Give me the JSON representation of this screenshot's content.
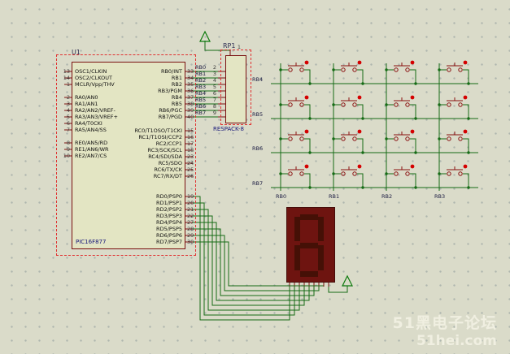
{
  "colors": {
    "background": "#dadbc9",
    "grid_dot": "#aeb6ae",
    "wire": "#156b15",
    "pin_stub": "#7a1010",
    "symbol": "#8a1010",
    "actuator": "#d40000",
    "power": "#0e7a0e",
    "chip_fill": "#e3e5c3",
    "chip_border": "#7a1010",
    "selection": "#e03030",
    "display_body": "#6e1410",
    "display_segment": "#451006",
    "value_text": "#16167a",
    "watermark_text": "#f2f1e3"
  },
  "u1": {
    "ref": "U1",
    "part": "PIC16F877",
    "left_pins": [
      {
        "num": "13",
        "label": "OSC1/CLKIN"
      },
      {
        "num": "14",
        "label": "OSC2/CLKOUT"
      },
      {
        "num": "1",
        "label": "MCLR/Vpp/THV"
      },
      {
        "num": "2",
        "label": "RA0/AN0"
      },
      {
        "num": "3",
        "label": "RA1/AN1"
      },
      {
        "num": "4",
        "label": "RA2/AN2/VREF-"
      },
      {
        "num": "5",
        "label": "RA3/AN3/VREF+"
      },
      {
        "num": "6",
        "label": "RA4/T0CKI"
      },
      {
        "num": "7",
        "label": "RA5/AN4/SS"
      },
      {
        "num": "8",
        "label": "RE0/AN5/RD"
      },
      {
        "num": "9",
        "label": "RE1/AN6/WR"
      },
      {
        "num": "10",
        "label": "RE2/AN7/CS"
      }
    ],
    "right_pins": [
      {
        "num": "33",
        "label": "RB0/INT"
      },
      {
        "num": "34",
        "label": "RB1"
      },
      {
        "num": "35",
        "label": "RB2"
      },
      {
        "num": "36",
        "label": "RB3/PGM"
      },
      {
        "num": "37",
        "label": "RB4"
      },
      {
        "num": "38",
        "label": "RB5"
      },
      {
        "num": "39",
        "label": "RB6/PGC"
      },
      {
        "num": "40",
        "label": "RB7/PGD"
      },
      {
        "num": "15",
        "label": "RC0/T1OSO/T1CKI"
      },
      {
        "num": "16",
        "label": "RC1/T1OSI/CCP2"
      },
      {
        "num": "17",
        "label": "RC2/CCP1"
      },
      {
        "num": "18",
        "label": "RC3/SCK/SCL"
      },
      {
        "num": "23",
        "label": "RC4/SDI/SDA"
      },
      {
        "num": "24",
        "label": "RC5/SDO"
      },
      {
        "num": "25",
        "label": "RC6/TX/CK"
      },
      {
        "num": "26",
        "label": "RC7/RX/DT"
      },
      {
        "num": "19",
        "label": "RD0/PSP0"
      },
      {
        "num": "20",
        "label": "RD1/PSP1"
      },
      {
        "num": "21",
        "label": "RD2/PSP2"
      },
      {
        "num": "22",
        "label": "RD3/PSP3"
      },
      {
        "num": "27",
        "label": "RD4/PSP4"
      },
      {
        "num": "28",
        "label": "RD5/PSP5"
      },
      {
        "num": "29",
        "label": "RD6/PSP6"
      },
      {
        "num": "30",
        "label": "RD7/PSP7"
      }
    ]
  },
  "rp1": {
    "ref": "RP1",
    "part": "RESPACK-8",
    "common_pin": "1",
    "pins": [
      {
        "net": "RB0",
        "num": "2"
      },
      {
        "net": "RB1",
        "num": "3"
      },
      {
        "net": "RB2",
        "num": "4"
      },
      {
        "net": "RB3",
        "num": "5"
      },
      {
        "net": "RB4",
        "num": "6"
      },
      {
        "net": "RB5",
        "num": "7"
      },
      {
        "net": "RB6",
        "num": "8"
      },
      {
        "net": "RB7",
        "num": "9"
      }
    ]
  },
  "keypad": {
    "row_nets": [
      "RB4",
      "RB5",
      "RB6",
      "RB7"
    ],
    "col_nets": [
      "RB0",
      "RB1",
      "RB2",
      "RB3"
    ]
  },
  "watermark": {
    "line1": "51黑电子论坛",
    "line2": "51hei.com"
  }
}
